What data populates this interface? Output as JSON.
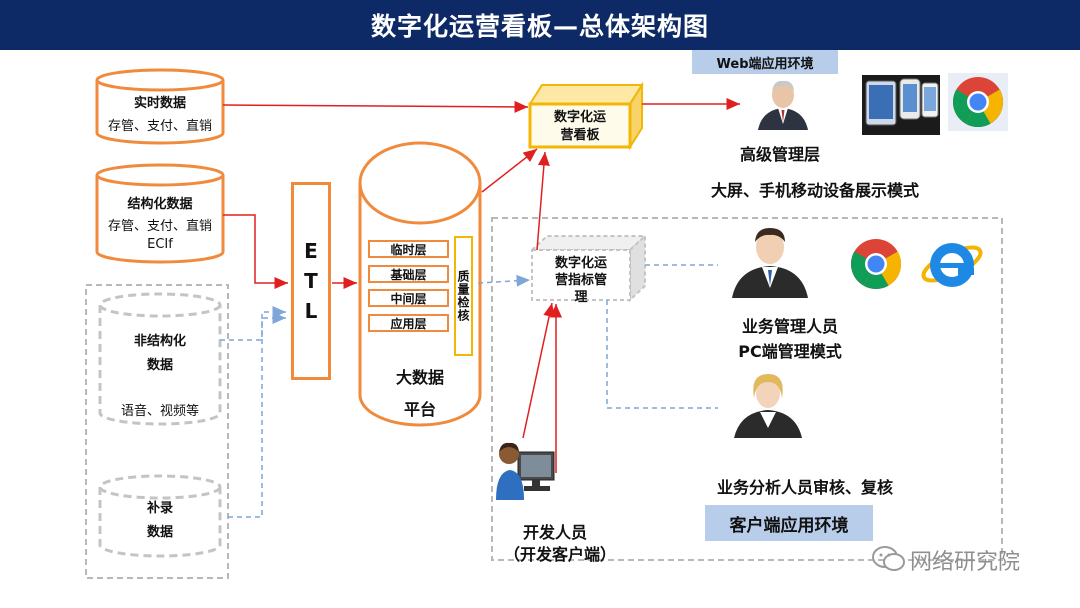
{
  "header": {
    "title": "数字化运营看板—总体架构图"
  },
  "sources": {
    "realtime": {
      "title": "实时数据",
      "detail": "存管、支付、直销"
    },
    "structured": {
      "title": "结构化数据",
      "detail": "存管、支付、直销",
      "detail2": "ECIf"
    },
    "unstructured": {
      "title_line1": "非结构化",
      "title_line2": "数据",
      "detail": "语音、视频等"
    },
    "supplement": {
      "title_line1": "补录",
      "title_line2": "数据"
    }
  },
  "etl": {
    "letters": [
      "E",
      "T",
      "L"
    ]
  },
  "bigdata": {
    "layers": [
      "临时层",
      "基础层",
      "中间层",
      "应用层"
    ],
    "quality": "质量检核",
    "title_line1": "大数据",
    "title_line2": "平台"
  },
  "dashboard": {
    "line1": "数字化运",
    "line2": "营看板"
  },
  "indicator": {
    "line1": "数字化运",
    "line2": "营指标管",
    "line3": "理"
  },
  "web": {
    "env_label": "Web端应用环境",
    "role": "高级管理层",
    "mode": "大屏、手机移动设备展示模式"
  },
  "client": {
    "role1_line1": "业务管理人员",
    "role1_line2": "PC端管理模式",
    "role2": "业务分析人员审核、复核",
    "env_label": "客户端应用环境"
  },
  "developer": {
    "line1": "开发人员",
    "line2": "（开发客户端）"
  },
  "watermark": {
    "text": "网络研究院"
  },
  "colors": {
    "header_bg": "#0d2a66",
    "orange": "#f08a3c",
    "yellow": "#f2b705",
    "red": "#e02020",
    "blue_dash": "#7ea6d8",
    "label_bg": "#b7cdea"
  }
}
